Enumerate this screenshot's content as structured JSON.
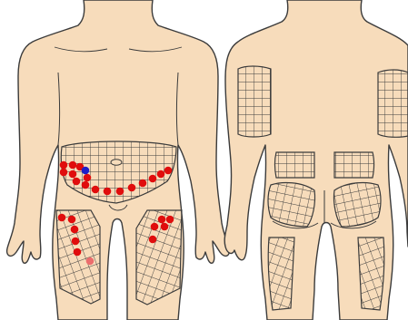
{
  "colors": {
    "background": "#ffffff",
    "skin": "#f7dcbb",
    "outline": "#3b3b3b",
    "grid_line": "#3b3b3b",
    "injection_site": "#e00d0d",
    "injection_site_faded": "#ec6d6d",
    "current_site": "#1f1fc8"
  },
  "views": [
    {
      "id": "front",
      "description_name": "front-body-view"
    },
    {
      "id": "back",
      "description_name": "back-body-view"
    }
  ],
  "zones": {
    "front": [
      "abdomen",
      "left-thigh",
      "right-thigh"
    ],
    "back": [
      "left-upper-arm",
      "right-upper-arm",
      "left-upper-buttock",
      "right-upper-buttock",
      "left-lower-buttock",
      "right-lower-buttock",
      "left-back-thigh",
      "right-back-thigh"
    ]
  },
  "injection_sites": {
    "abdomen_used_count": 16,
    "thigh_used_count": 11,
    "current_site_count": 1
  }
}
